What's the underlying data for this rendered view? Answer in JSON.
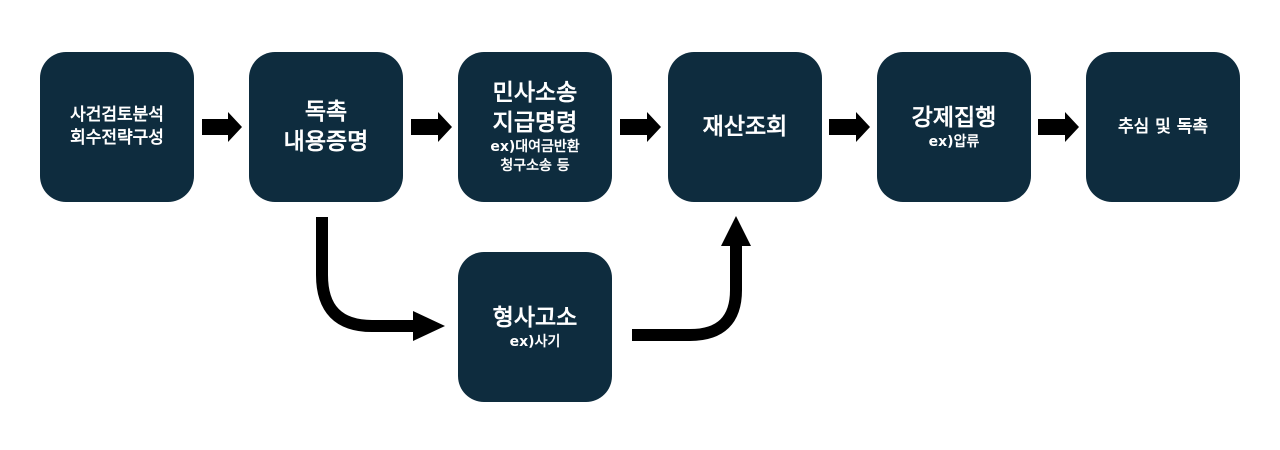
{
  "steps": [
    {
      "lines": [
        "사건검토분석",
        "회수전략구성"
      ]
    },
    {
      "lines": [
        "독촉",
        "내용증명"
      ]
    },
    {
      "title": [
        "민사소송",
        "지급명령"
      ],
      "sub": [
        "ex)대여금반환",
        "청구소송 등"
      ]
    },
    {
      "title": [
        "재산조회"
      ]
    },
    {
      "title": [
        "강제집행"
      ],
      "sub": [
        "ex)압류"
      ]
    },
    {
      "lines": [
        "추심 및 독촉"
      ]
    }
  ],
  "branch": {
    "title": "형사고소",
    "sub": "ex)사기"
  },
  "colors": {
    "box": "#0e2c3e",
    "text": "#ffffff",
    "arrow": "#000000"
  }
}
